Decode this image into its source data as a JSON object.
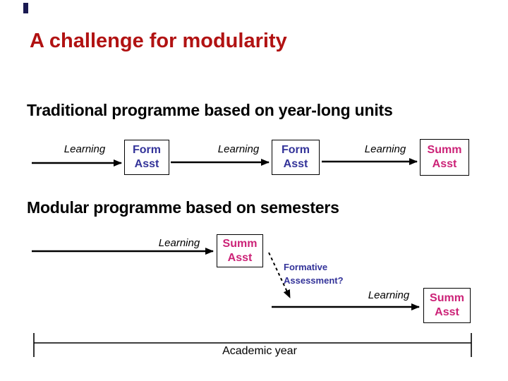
{
  "title": "A challenge for modularity",
  "traditional": {
    "heading": "Traditional programme based on year-long units",
    "labels": [
      "Learning",
      "Learning",
      "Learning"
    ],
    "boxes": [
      {
        "line1": "Form",
        "line2": "Asst"
      },
      {
        "line1": "Form",
        "line2": "Asst"
      },
      {
        "line1": "Summ",
        "line2": "Asst"
      }
    ]
  },
  "modular": {
    "heading": "Modular programme based on semesters",
    "labels": [
      "Learning",
      "Learning"
    ],
    "boxes": [
      {
        "line1": "Summ",
        "line2": "Asst"
      },
      {
        "line1": "Summ",
        "line2": "Asst"
      }
    ],
    "note": {
      "line1": "Formative",
      "line2": "Assessment?"
    }
  },
  "timeline": {
    "label": "Academic year"
  },
  "colors": {
    "title": "#b11212",
    "heading": "#000000",
    "box-border": "#000000",
    "form-text": "#333399",
    "summ-text": "#cc2277",
    "note-text": "#333399",
    "label-text": "#000000",
    "line": "#000000",
    "accent-bar": "#1a1a52"
  }
}
